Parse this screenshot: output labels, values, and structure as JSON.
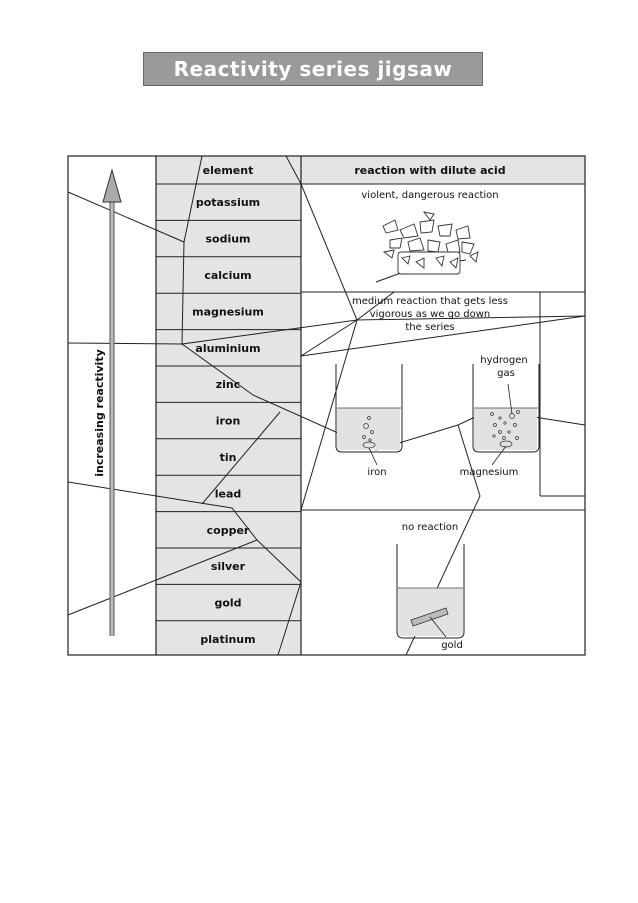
{
  "title": "Reactivity series jigsaw",
  "table": {
    "col_element": "element",
    "col_reaction": "reaction with dilute acid"
  },
  "axis_label": "increasing reactivity",
  "elements": [
    "potassium",
    "sodium",
    "calcium",
    "magnesium",
    "aluminium",
    "zinc",
    "iron",
    "tin",
    "lead",
    "copper",
    "silver",
    "gold",
    "platinum"
  ],
  "reactions": {
    "violent": "violent, dangerous reaction",
    "medium_lines": [
      "medium reaction that gets less",
      "vigorous as we go down",
      "the series"
    ],
    "none": "no reaction"
  },
  "beaker_labels": {
    "iron": "iron",
    "magnesium": "magnesium",
    "gold": "gold",
    "hydrogen_lines": [
      "hydrogen",
      "gas"
    ]
  }
}
